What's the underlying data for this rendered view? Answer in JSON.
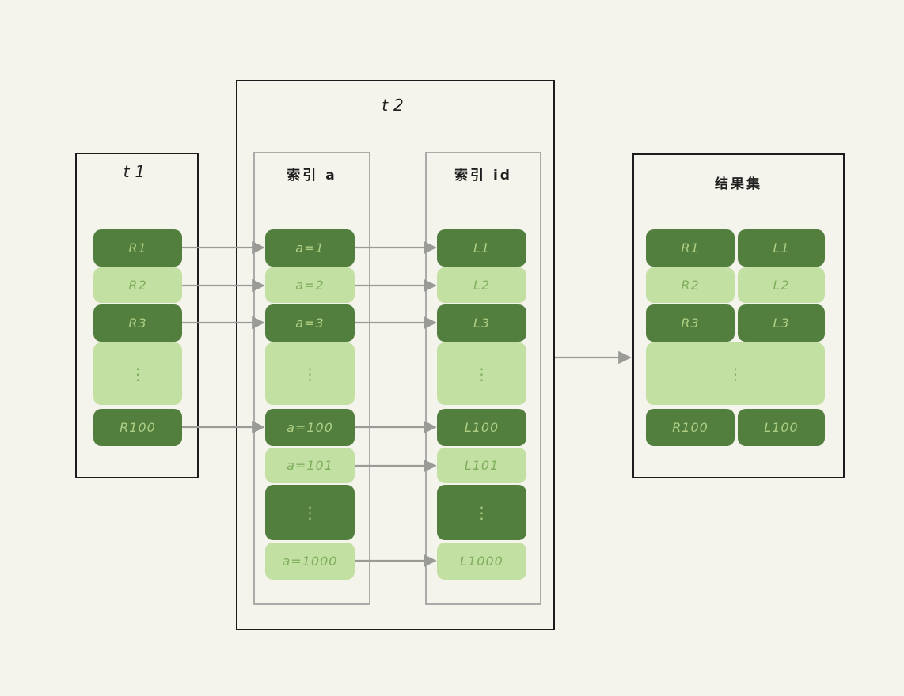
{
  "palette": {
    "background": "#f4f3ec",
    "dark_green": "#527e3e",
    "light_green": "#c3e0a3",
    "text_on_dark": "#aecf83",
    "text_on_light": "#7fae5c",
    "outer_border": "#1c1c1c",
    "inner_border": "#aaaaa8",
    "arrow": "#9a9a97",
    "title_text": "#1f1f1f"
  },
  "t1": {
    "title": "t1",
    "rows": [
      {
        "label": "R1",
        "tone": "dark"
      },
      {
        "label": "R2",
        "tone": "light"
      },
      {
        "label": "R3",
        "tone": "dark"
      },
      {
        "label": "⋮",
        "tone": "light"
      },
      {
        "label": "R100",
        "tone": "dark"
      }
    ]
  },
  "t2": {
    "title": "t2",
    "index_a": {
      "title": "索引 a",
      "rows": [
        {
          "label": "a=1",
          "tone": "dark"
        },
        {
          "label": "a=2",
          "tone": "light"
        },
        {
          "label": "a=3",
          "tone": "dark"
        },
        {
          "label": "⋮",
          "tone": "light"
        },
        {
          "label": "a=100",
          "tone": "dark"
        },
        {
          "label": "a=101",
          "tone": "light"
        },
        {
          "label": "⋮",
          "tone": "dark"
        },
        {
          "label": "a=1000",
          "tone": "light"
        }
      ]
    },
    "index_id": {
      "title": "索引 id",
      "rows": [
        {
          "label": "L1",
          "tone": "dark"
        },
        {
          "label": "L2",
          "tone": "light"
        },
        {
          "label": "L3",
          "tone": "dark"
        },
        {
          "label": "⋮",
          "tone": "light"
        },
        {
          "label": "L100",
          "tone": "dark"
        },
        {
          "label": "L101",
          "tone": "light"
        },
        {
          "label": "⋮",
          "tone": "dark"
        },
        {
          "label": "L1000",
          "tone": "light"
        }
      ]
    }
  },
  "result": {
    "title": "结果集",
    "rows": [
      {
        "left": "R1",
        "right": "L1",
        "tone": "dark"
      },
      {
        "left": "R2",
        "right": "L2",
        "tone": "light"
      },
      {
        "left": "R3",
        "right": "L3",
        "tone": "dark"
      },
      {
        "dots": "⋮",
        "tone": "light"
      },
      {
        "left": "R100",
        "right": "L100",
        "tone": "dark"
      }
    ]
  }
}
